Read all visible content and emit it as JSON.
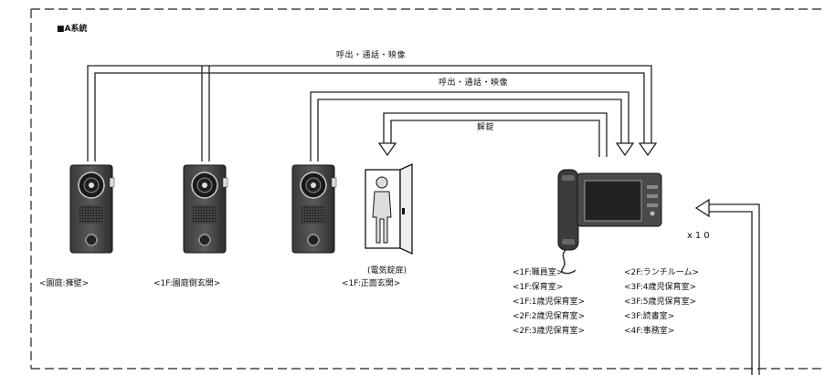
{
  "system_title": "■A系統",
  "links": {
    "call_video_1": "呼出・通話・映像",
    "call_video_2": "呼出・通話・映像",
    "unlock": "解錠"
  },
  "devices": {
    "door_station_garden_wall": "<園庭:擁壁>",
    "door_station_1f_garden_entrance": "<1F:園庭側玄関>",
    "electric_lock_caption": "(電気錠扉)",
    "door_station_1f_main_entrance": "<1F:正面玄関>"
  },
  "monitor": {
    "quantity": "x10",
    "rooms": [
      "<1F:職員室>",
      "<2F:ランチルーム>",
      "<1F:保育室>",
      "<3F:4歳児保育室>",
      "<1F:1歳児保育室>",
      "<3F:5歳児保育室>",
      "<2F:2歳児保育室>",
      "<3F:読書室>",
      "<2F:3歳児保育室>",
      "<4F:事務室>"
    ]
  }
}
